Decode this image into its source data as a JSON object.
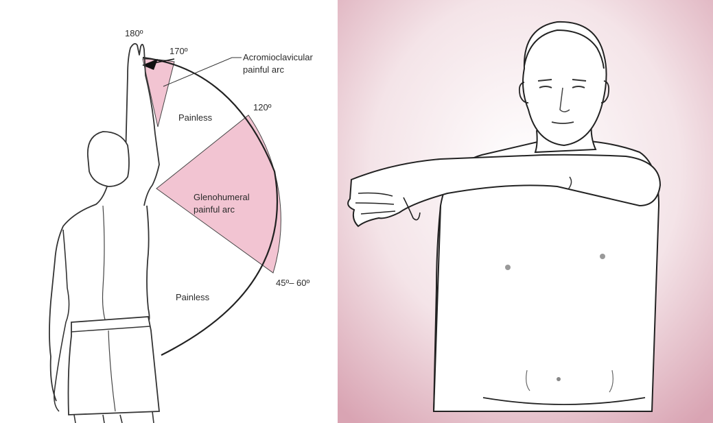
{
  "left_diagram": {
    "angles": {
      "a180": "180º",
      "a170": "170º",
      "a120": "120º",
      "a45_60": "45º– 60º"
    },
    "labels": {
      "acromio_line1": "Acromioclavicular",
      "acromio_line2": "painful arc",
      "painless_upper": "Painless",
      "gleno_line1": "Glenohumeral",
      "gleno_line2": "painful arc",
      "painless_lower": "Painless"
    }
  },
  "colors": {
    "painful_arc": "#f2c4d2",
    "outline": "#333333",
    "right_vignette": "#d89aab"
  }
}
